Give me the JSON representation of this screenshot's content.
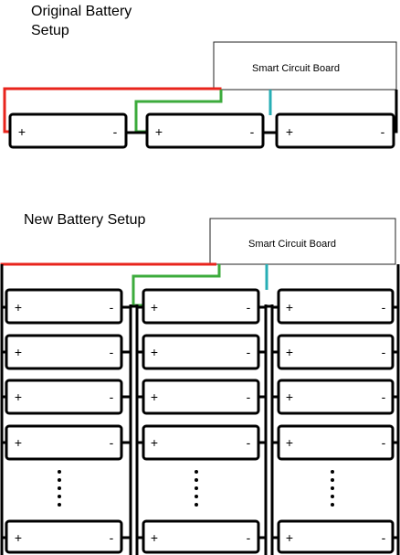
{
  "original": {
    "title_line1": "Original Battery",
    "title_line2": "Setup",
    "board_label": "Smart Circuit Board"
  },
  "new_setup": {
    "title": "New Battery Setup",
    "board_label": "Smart Circuit Board"
  },
  "symbols": {
    "plus": "+",
    "minus": "-"
  },
  "wire_colors": {
    "red": "#e8241c",
    "green": "#3cab3c",
    "cyan": "#27aeb5",
    "black": "#000000"
  }
}
